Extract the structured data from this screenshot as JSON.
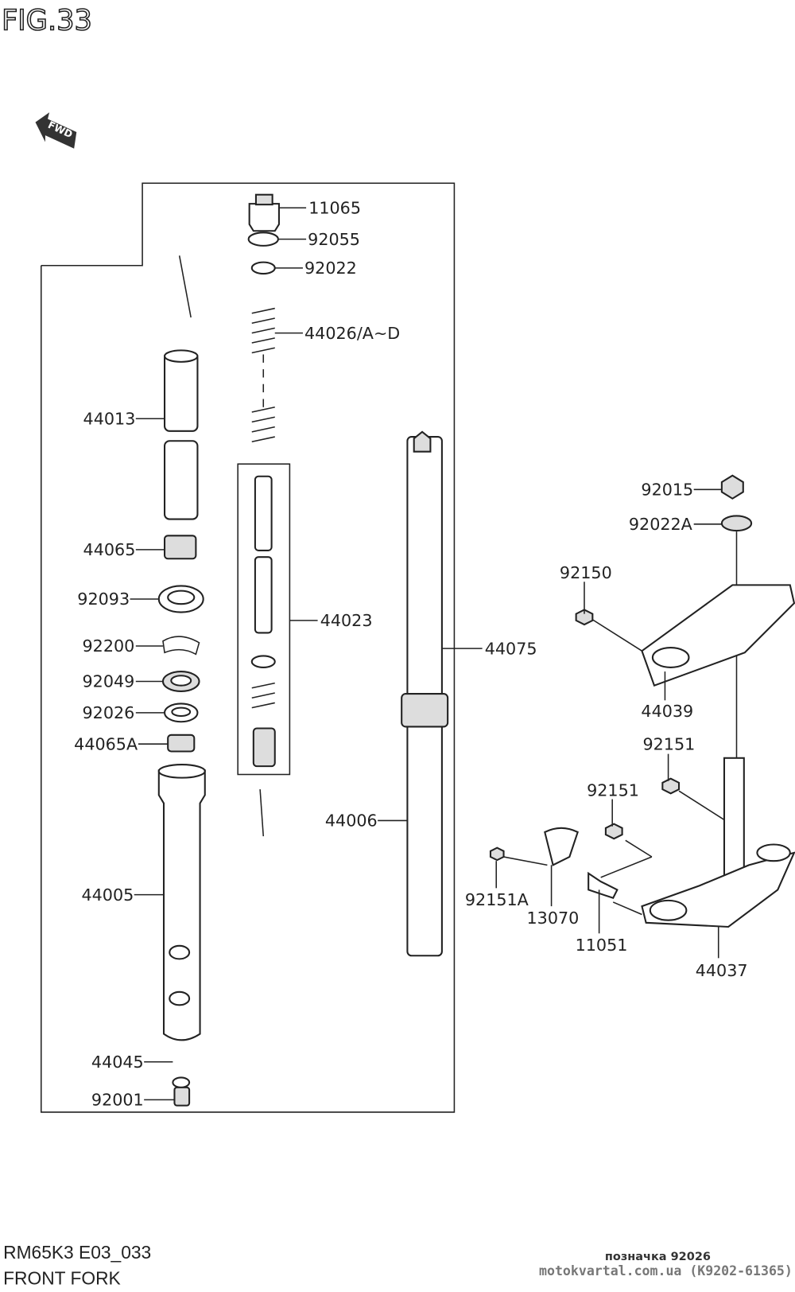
{
  "figure": "FIG.33",
  "fwd_label": "FWD",
  "model_code": "RM65K3 E03_033",
  "section_title": "FRONT FORK",
  "watermark": {
    "line1": "позначка 92026",
    "line2": "motokvartal.com.ua (K9202-61365)"
  },
  "parts": {
    "p11065": "11065",
    "p92055": "92055",
    "p92022": "92022",
    "p44026": "44026/A~D",
    "p44013": "44013",
    "p44065": "44065",
    "p92093": "92093",
    "p92200": "92200",
    "p92049": "92049",
    "p92026": "92026",
    "p44065A": "44065A",
    "p44005": "44005",
    "p44045": "44045",
    "p92001": "92001",
    "p44023": "44023",
    "p44075": "44075",
    "p44006": "44006",
    "p92015": "92015",
    "p92022A": "92022A",
    "p92150": "92150",
    "p44039": "44039",
    "p92151a": "92151",
    "p92151b": "92151",
    "p92151A": "92151A",
    "p13070": "13070",
    "p11051": "11051",
    "p44037": "44037"
  }
}
